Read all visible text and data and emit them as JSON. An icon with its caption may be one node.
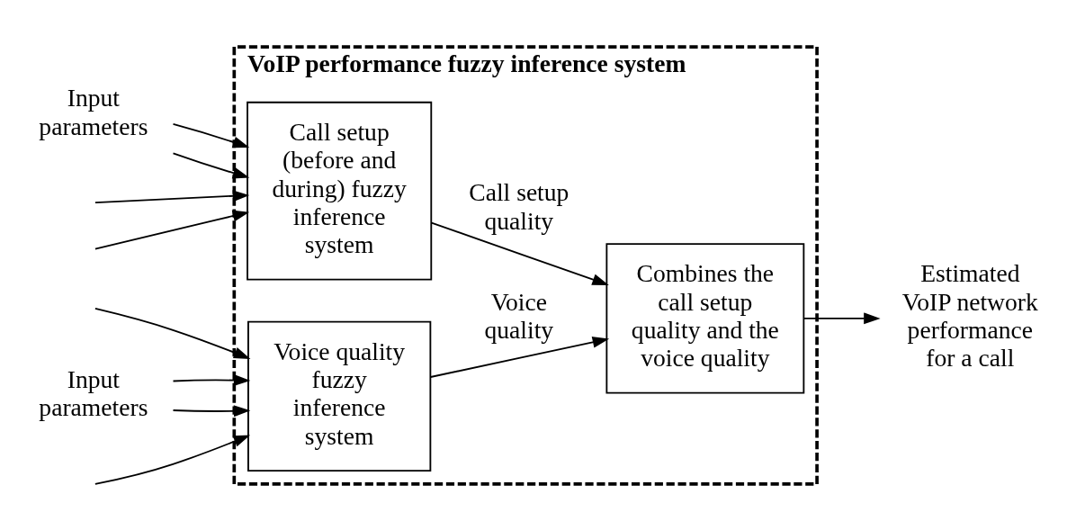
{
  "diagram": {
    "nodes": [
      {
        "text": [
          "VoIP performance fuzzy inference system"
        ]
      },
      {
        "text": [
          "Input parameters"
        ]
      },
      {
        "text": [
          "Call setup (before and during) fuzzy inference system"
        ],
        "in": 0
      },
      {
        "text": [
          "Input parameters"
        ]
      },
      {
        "text": [
          "Voice quality fuzzy inference system"
        ],
        "in": 0
      },
      {
        "text": [
          "Combines the call setup quality and the voice quality"
        ],
        "in": 0
      },
      {
        "text": [
          "Estimated VoIP network performance for a call"
        ]
      }
    ],
    "edges": [
      {
        "from": 1,
        "to": 2,
        "arrow": "to"
      },
      {
        "from": 1,
        "to": 2,
        "arrow": "to"
      },
      {
        "from": null,
        "to": 2,
        "arrow": "to"
      },
      {
        "from": null,
        "to": 2,
        "arrow": "to"
      },
      {
        "from": 3,
        "to": 4,
        "arrow": "to"
      },
      {
        "from": 3,
        "to": 4,
        "arrow": "to"
      },
      {
        "from": null,
        "to": 4,
        "arrow": "to"
      },
      {
        "from": null,
        "to": 4,
        "arrow": "to"
      },
      {
        "from": 2,
        "to": 5,
        "arrow": "to",
        "label": "Call setup quality"
      },
      {
        "from": 4,
        "to": 5,
        "arrow": "to",
        "label": "Voice quality"
      },
      {
        "from": 5,
        "to": 6,
        "arrow": "to"
      }
    ]
  }
}
